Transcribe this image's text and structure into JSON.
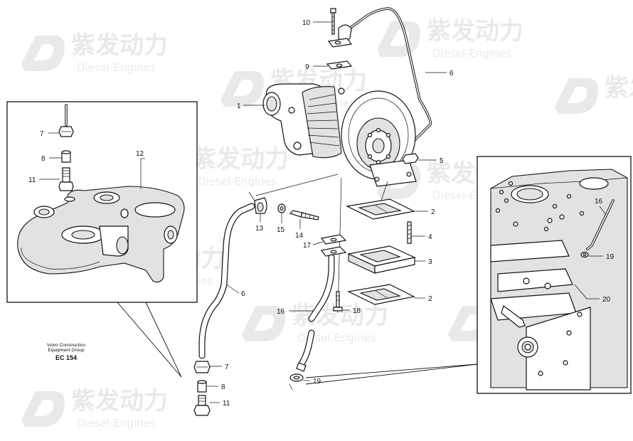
{
  "watermark": {
    "brand_cn": "紫发动力",
    "brand_en": "Diesel-Engines"
  },
  "footer": {
    "company_line1": "Volvo Construction",
    "company_line2": "Equipment Group",
    "code": "EC 154"
  },
  "callouts": {
    "c10": "10",
    "c9": "9",
    "c6a": "6",
    "c1": "1",
    "c5": "5",
    "c2a": "2",
    "c4": "4",
    "c3": "3",
    "c2b": "2",
    "c13": "13",
    "c15": "15",
    "c14": "14",
    "c17": "17",
    "c16": "16",
    "c18": "18",
    "c6b": "6",
    "c7b": "7",
    "c8b": "8",
    "c11b": "11",
    "c19b": "19",
    "c7a": "7",
    "c8a": "8",
    "c11a": "11",
    "c12": "12",
    "c16r": "16",
    "c19r": "19",
    "c20": "20"
  }
}
